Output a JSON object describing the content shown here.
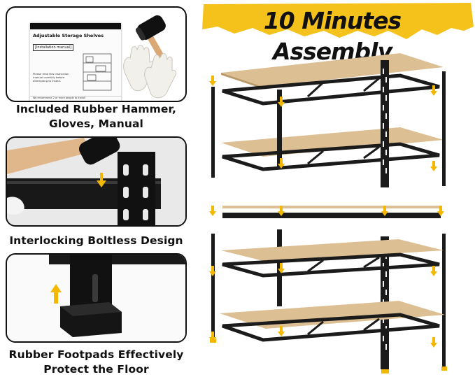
{
  "banner": {
    "title": "10 Minutes Assembly",
    "accent": "#f5c21b"
  },
  "panels": [
    {
      "caption_lines": [
        "Included Rubber Hammer,",
        "Gloves, Manual"
      ],
      "manual": {
        "title": "Adjustable Storage Shelves",
        "subtitle": "[Installation manual]",
        "body": "Please read this instruction manual carefully before attempting to install.",
        "footer": "We recommend 2 or more people to install"
      }
    },
    {
      "caption": "Interlocking Boltless Design"
    },
    {
      "caption_lines": [
        "Rubber Footpads Effectively",
        "Protect the Floor"
      ]
    }
  ],
  "colors": {
    "steel": "#1b1b1b",
    "board": "#d9b98a",
    "arrow": "#f5b800"
  }
}
